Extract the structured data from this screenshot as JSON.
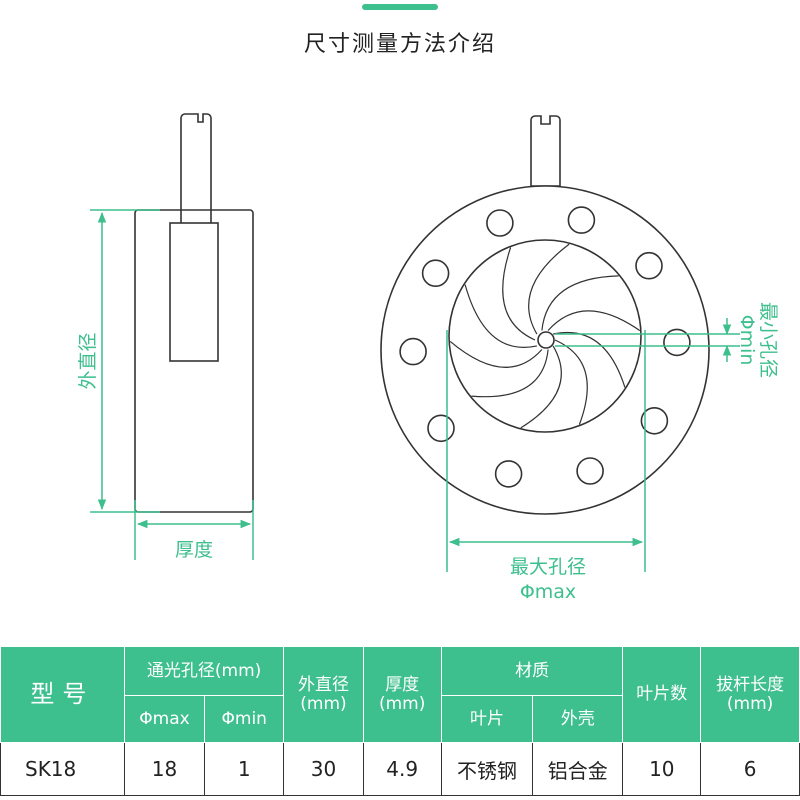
{
  "header": {
    "title": "尺寸测量方法介绍"
  },
  "diagram": {
    "accent_color": "#3dbf8e",
    "outer_diameter_label": "外直径",
    "thickness_label": "厚度",
    "max_aperture_label": "最大孔径",
    "max_aperture_symbol": "Φmax",
    "min_aperture_label": "最小孔径",
    "min_aperture_symbol": "Φmin",
    "blade_count": 10
  },
  "table": {
    "headers": {
      "model": "型号",
      "aperture": "通光孔径(mm)",
      "aperture_max": "Φmax",
      "aperture_min": "Φmin",
      "outer_diameter": "外直径",
      "outer_diameter_unit": "(mm)",
      "thickness": "厚度",
      "thickness_unit": "(mm)",
      "material": "材质",
      "material_blade": "叶片",
      "material_shell": "外壳",
      "blade_count": "叶片数",
      "lever_length": "拔杆长度",
      "lever_length_unit": "(mm)"
    },
    "rows": [
      {
        "model": "SK18",
        "max": "18",
        "min": "1",
        "outer_diameter": "30",
        "thickness": "4.9",
        "blade_material": "不锈钢",
        "shell_material": "铝合金",
        "blade_count": "10",
        "lever_length": "6"
      }
    ]
  }
}
